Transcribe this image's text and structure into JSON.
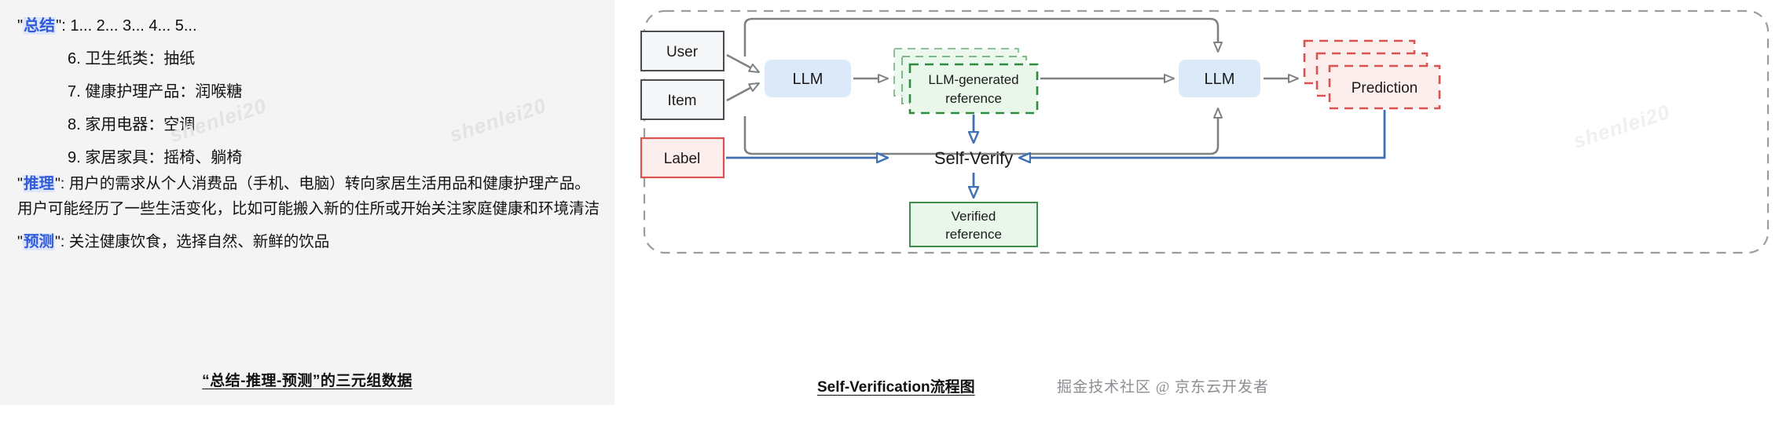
{
  "left_panel": {
    "summary_label": "总结",
    "summary_value": ": 1... 2... 3... 4... 5...",
    "list_items": [
      "6. 卫生纸类：抽纸",
      "7. 健康护理产品：润喉糖",
      "8. 家用电器：空调",
      "9. 家居家具：摇椅、躺椅"
    ],
    "reason_label": "推理",
    "reason_text": ": 用户的需求从个人消费品（手机、电脑）转向家居生活用品和健康护理产品。用户可能经历了一些生活变化，比如可能搬入新的住所或开始关注家庭健康和环境清洁",
    "prediction_label": "预测",
    "prediction_text": ": 关注健康饮食，选择自然、新鲜的饮品",
    "caption": "“总结-推理-预测”的三元组数据",
    "quote_mark": "\""
  },
  "right_panel": {
    "caption": "Self-Verification流程图",
    "brand": "掘金技术社区 @ 京东云开发者",
    "nodes": {
      "user": "User",
      "item": "Item",
      "llm_left": "LLM",
      "llm_right": "LLM",
      "generated_reference_line1": "LLM-generated",
      "generated_reference_line2": "reference",
      "prediction": "Prediction",
      "label": "Label",
      "self_verify": "Self-Verify",
      "verified_reference_line1": "Verified",
      "verified_reference_line2": "reference"
    }
  },
  "watermark": {
    "text": "shenlei20"
  },
  "colors": {
    "panel_bg": "#f4f4f5",
    "tag_text": "#2f5bd8",
    "tag_bg": "#dfe6fb",
    "llm_box": "#dce9f9",
    "green_fill": "#e9f7ea",
    "green_stroke": "#2f8b3e",
    "red_fill": "#fdeeee",
    "red_stroke": "#d9534f",
    "blue_arrow": "#3f6fb5",
    "gray_arrow": "#7f8285"
  }
}
